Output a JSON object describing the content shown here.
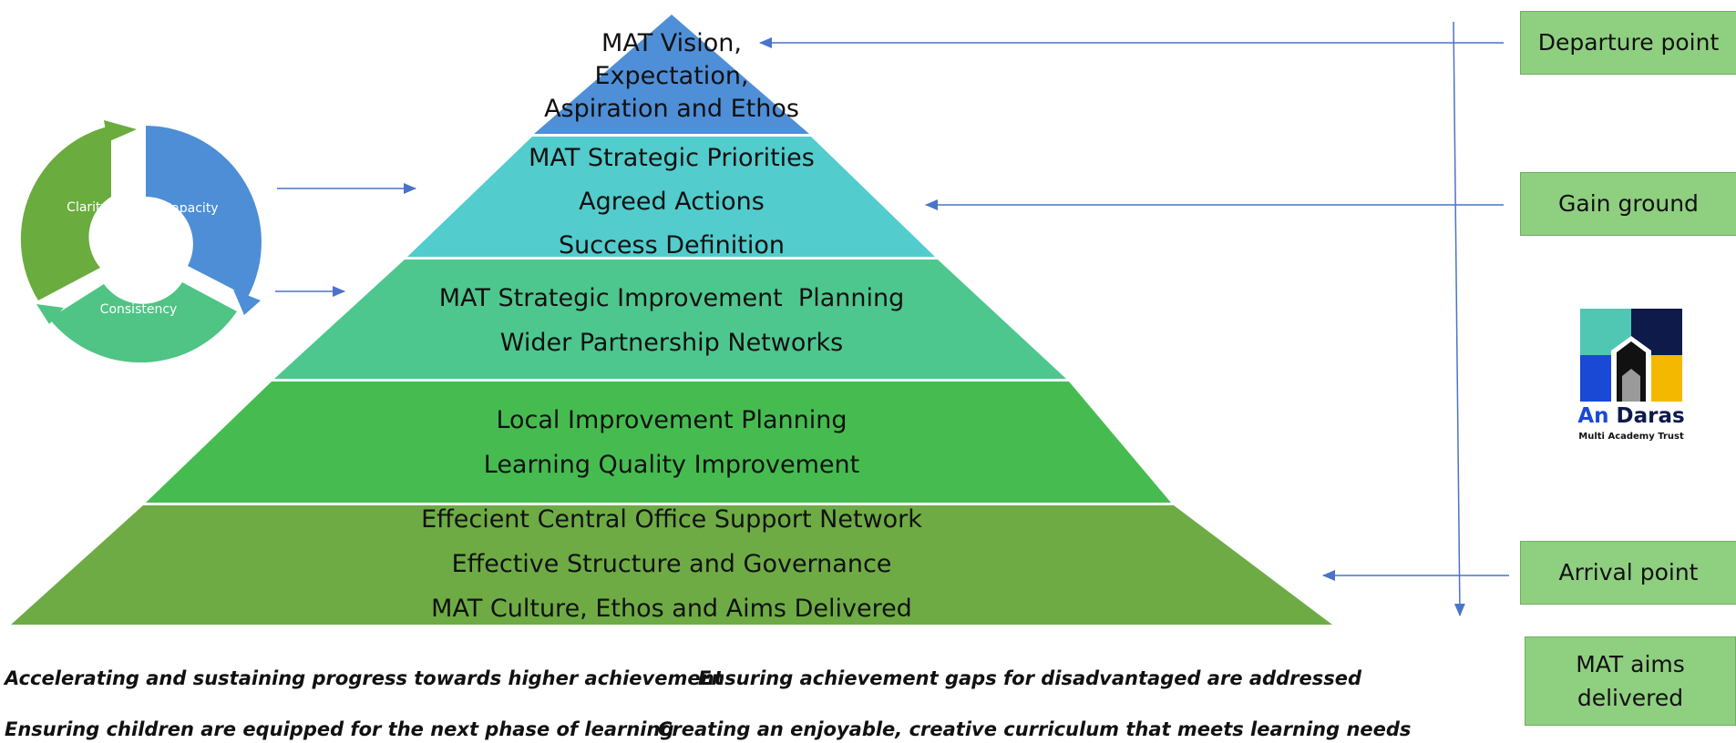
{
  "pyramid": {
    "tier1": [
      "MAT Vision,",
      "Expectation,",
      "Aspiration and Ethos"
    ],
    "tier2": [
      "MAT Strategic Priorities",
      "Agreed Actions",
      "Success Definition"
    ],
    "tier3": [
      "MAT Strategic Improvement  Planning",
      "Wider Partnership Networks"
    ],
    "tier4": [
      "Local Improvement Planning",
      "Learning Quality Improvement"
    ],
    "tier5": [
      "Effecient Central Office Support Network",
      "Effective Structure and Governance",
      "MAT Culture, Ethos and Aims Delivered"
    ]
  },
  "cycle": {
    "clarity": "Clarity",
    "capacity": "Capacity",
    "consistency": "Consistency"
  },
  "side_boxes": {
    "departure": "Departure point",
    "gain": "Gain ground",
    "arrival": "Arrival point",
    "aims_line1": "MAT aims",
    "aims_line2": "delivered"
  },
  "logo": {
    "an": "An",
    "daras": "Daras",
    "subtitle": "Multi Academy Trust"
  },
  "footer": {
    "line1_left": "Accelerating and sustaining progress towards higher achievement",
    "line1_right": "Ensuring achievement gaps for disadvantaged are addressed",
    "line2_left": "Ensuring children are equipped for the next phase of learning",
    "line2_right": "Creating an enjoyable, creative curriculum that meets learning needs"
  },
  "colors": {
    "tier1": "#4f8fd8",
    "tier2": "#52cccc",
    "tier3": "#4ec78f",
    "tier4": "#46bc50",
    "tier5": "#6eab45",
    "box": "#8fcf80",
    "arrow": "#4a74c8"
  }
}
